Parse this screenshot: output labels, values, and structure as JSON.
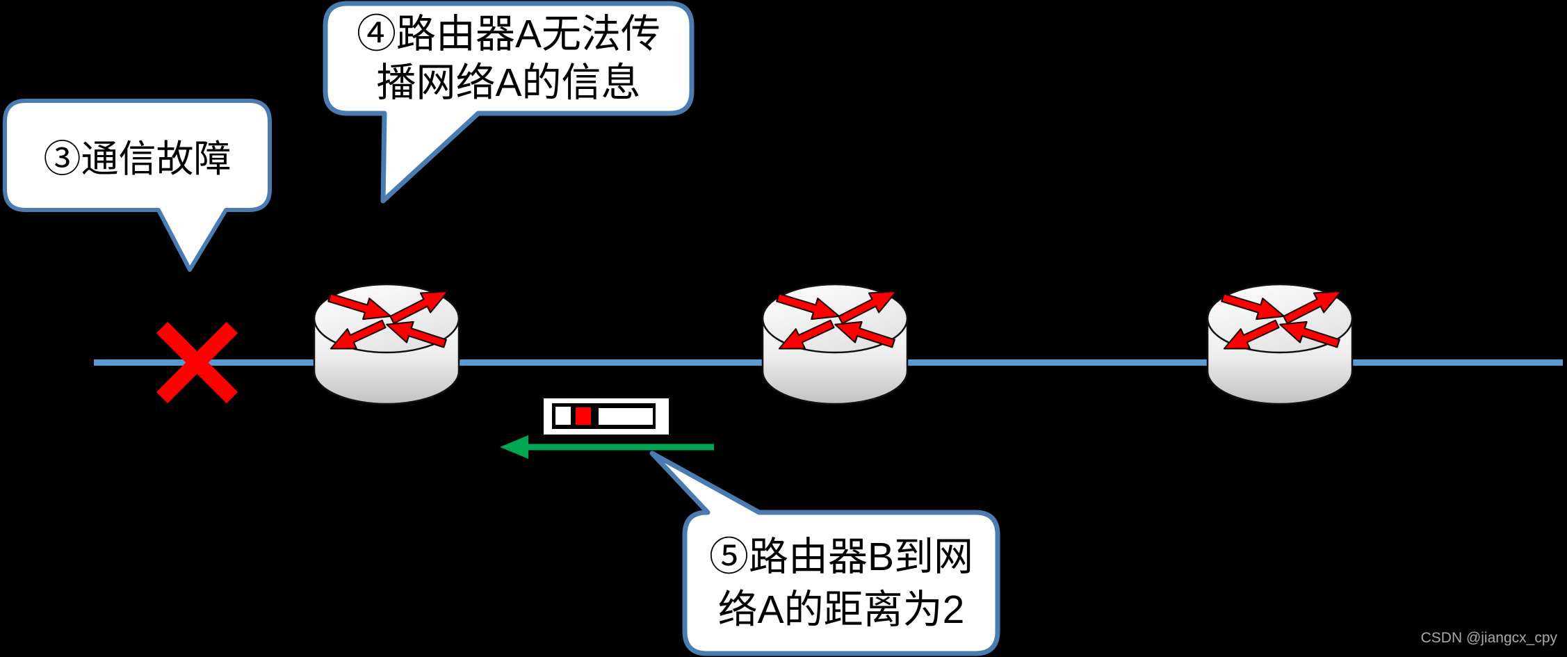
{
  "diagram": {
    "title_hint": "RIP routing failure illustration",
    "callouts": {
      "fault": {
        "text": "③通信故障"
      },
      "router_a": {
        "line1": "④路由器A无法传",
        "line2": "播网络A的信息"
      },
      "router_b": {
        "line1": "⑤路由器B到网",
        "line2": "络A的距离为2"
      }
    },
    "watermark": "CSDN @jiangcx_cpy",
    "colors": {
      "background": "#000000",
      "link_line": "#5B9BD5",
      "callout_border": "#4A7CB2",
      "callout_fill": "#FFFFFF",
      "failure_red": "#FF0000",
      "packet_arrow_green": "#00A651",
      "router_arrow_red": "#FF0000",
      "router_body": "#E8E8E8",
      "watermark_gray": "#A9A9A9"
    },
    "icons": {
      "routers": [
        "router-a-icon",
        "router-b-icon",
        "router-c-icon"
      ],
      "failure": "link-failure-x-icon",
      "packet": "rip-packet-icon",
      "packet_arrow": "packet-direction-arrow-icon"
    }
  }
}
